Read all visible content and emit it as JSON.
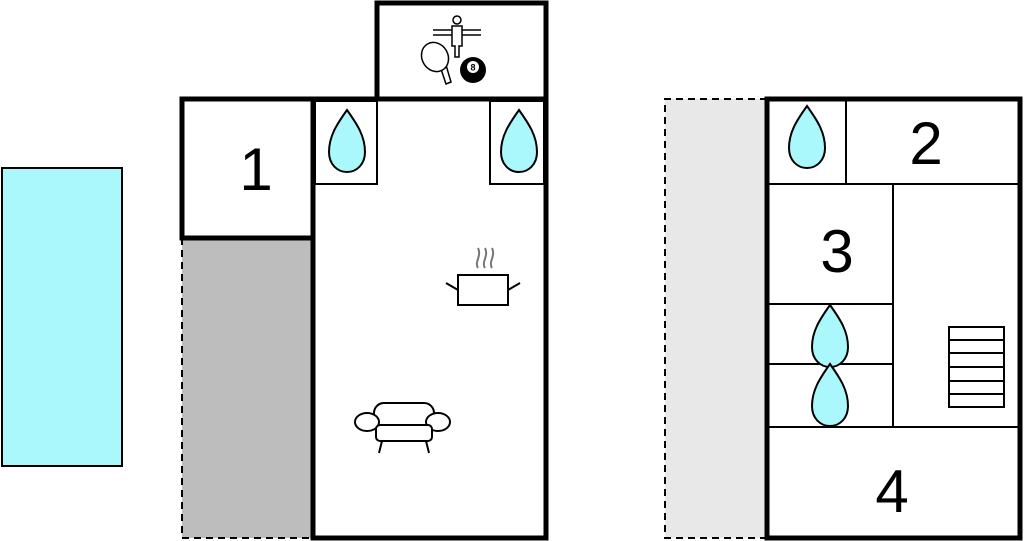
{
  "rooms": {
    "r1": "1",
    "r2": "2",
    "r3": "3",
    "r4": "4"
  },
  "colors": {
    "pool": "#aaf8fb",
    "water": "#aaf8fb",
    "terrace_dark": "#bdbdbd",
    "terrace_light": "#e8e8e8"
  },
  "icons": [
    "table-football-icon",
    "table-tennis-icon",
    "billiard-8-ball-icon",
    "bathroom-drop-icon",
    "cooking-pot-icon",
    "sofa-icon",
    "stairs-icon"
  ],
  "ball_label": "8"
}
